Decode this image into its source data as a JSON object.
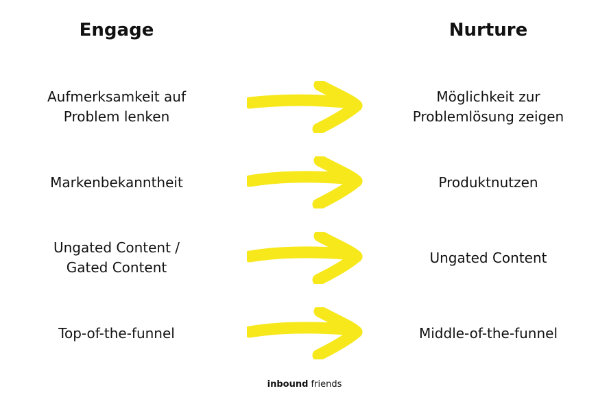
{
  "headers": {
    "left": "Engage",
    "right": "Nurture"
  },
  "rows": [
    {
      "left": [
        "Aufmerksamkeit auf",
        "Problem lenken"
      ],
      "right": [
        "Möglichkeit zur",
        "Problemlösung zeigen"
      ]
    },
    {
      "left": [
        "Markenbekanntheit"
      ],
      "right": [
        "Produktnutzen"
      ]
    },
    {
      "left": [
        "Ungated Content /",
        "Gated Content"
      ],
      "right": [
        "Ungated Content"
      ]
    },
    {
      "left": [
        "Top-of-the-funnel"
      ],
      "right": [
        "Middle-of-the-funnel"
      ]
    }
  ],
  "arrow": {
    "icon": "arrow-right-icon",
    "color": "#f7e81c"
  },
  "footer": {
    "brand_strong": "inbound",
    "brand_light": "friends"
  }
}
